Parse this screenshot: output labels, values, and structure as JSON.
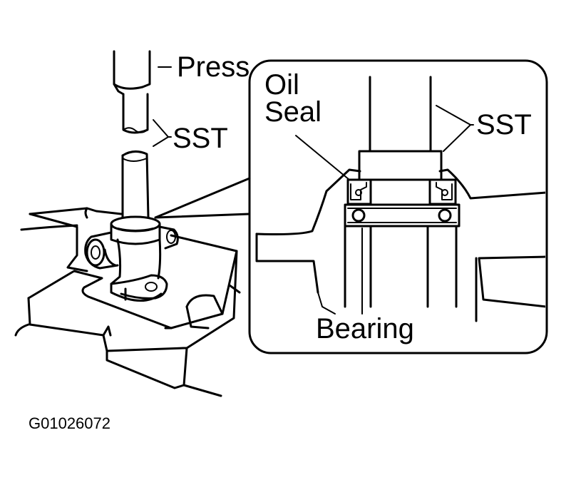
{
  "labels": {
    "press": "Press",
    "sst_left": "SST",
    "oil": "Oil",
    "seal": "Seal",
    "sst_right": "SST",
    "bearing": "Bearing"
  },
  "figure_code": "G01026072",
  "icons": [
    "press-ram-icon",
    "sst-tool-icon",
    "pump-body-icon",
    "vise-jaws-icon",
    "oil-seal-icon",
    "bearing-icon"
  ]
}
